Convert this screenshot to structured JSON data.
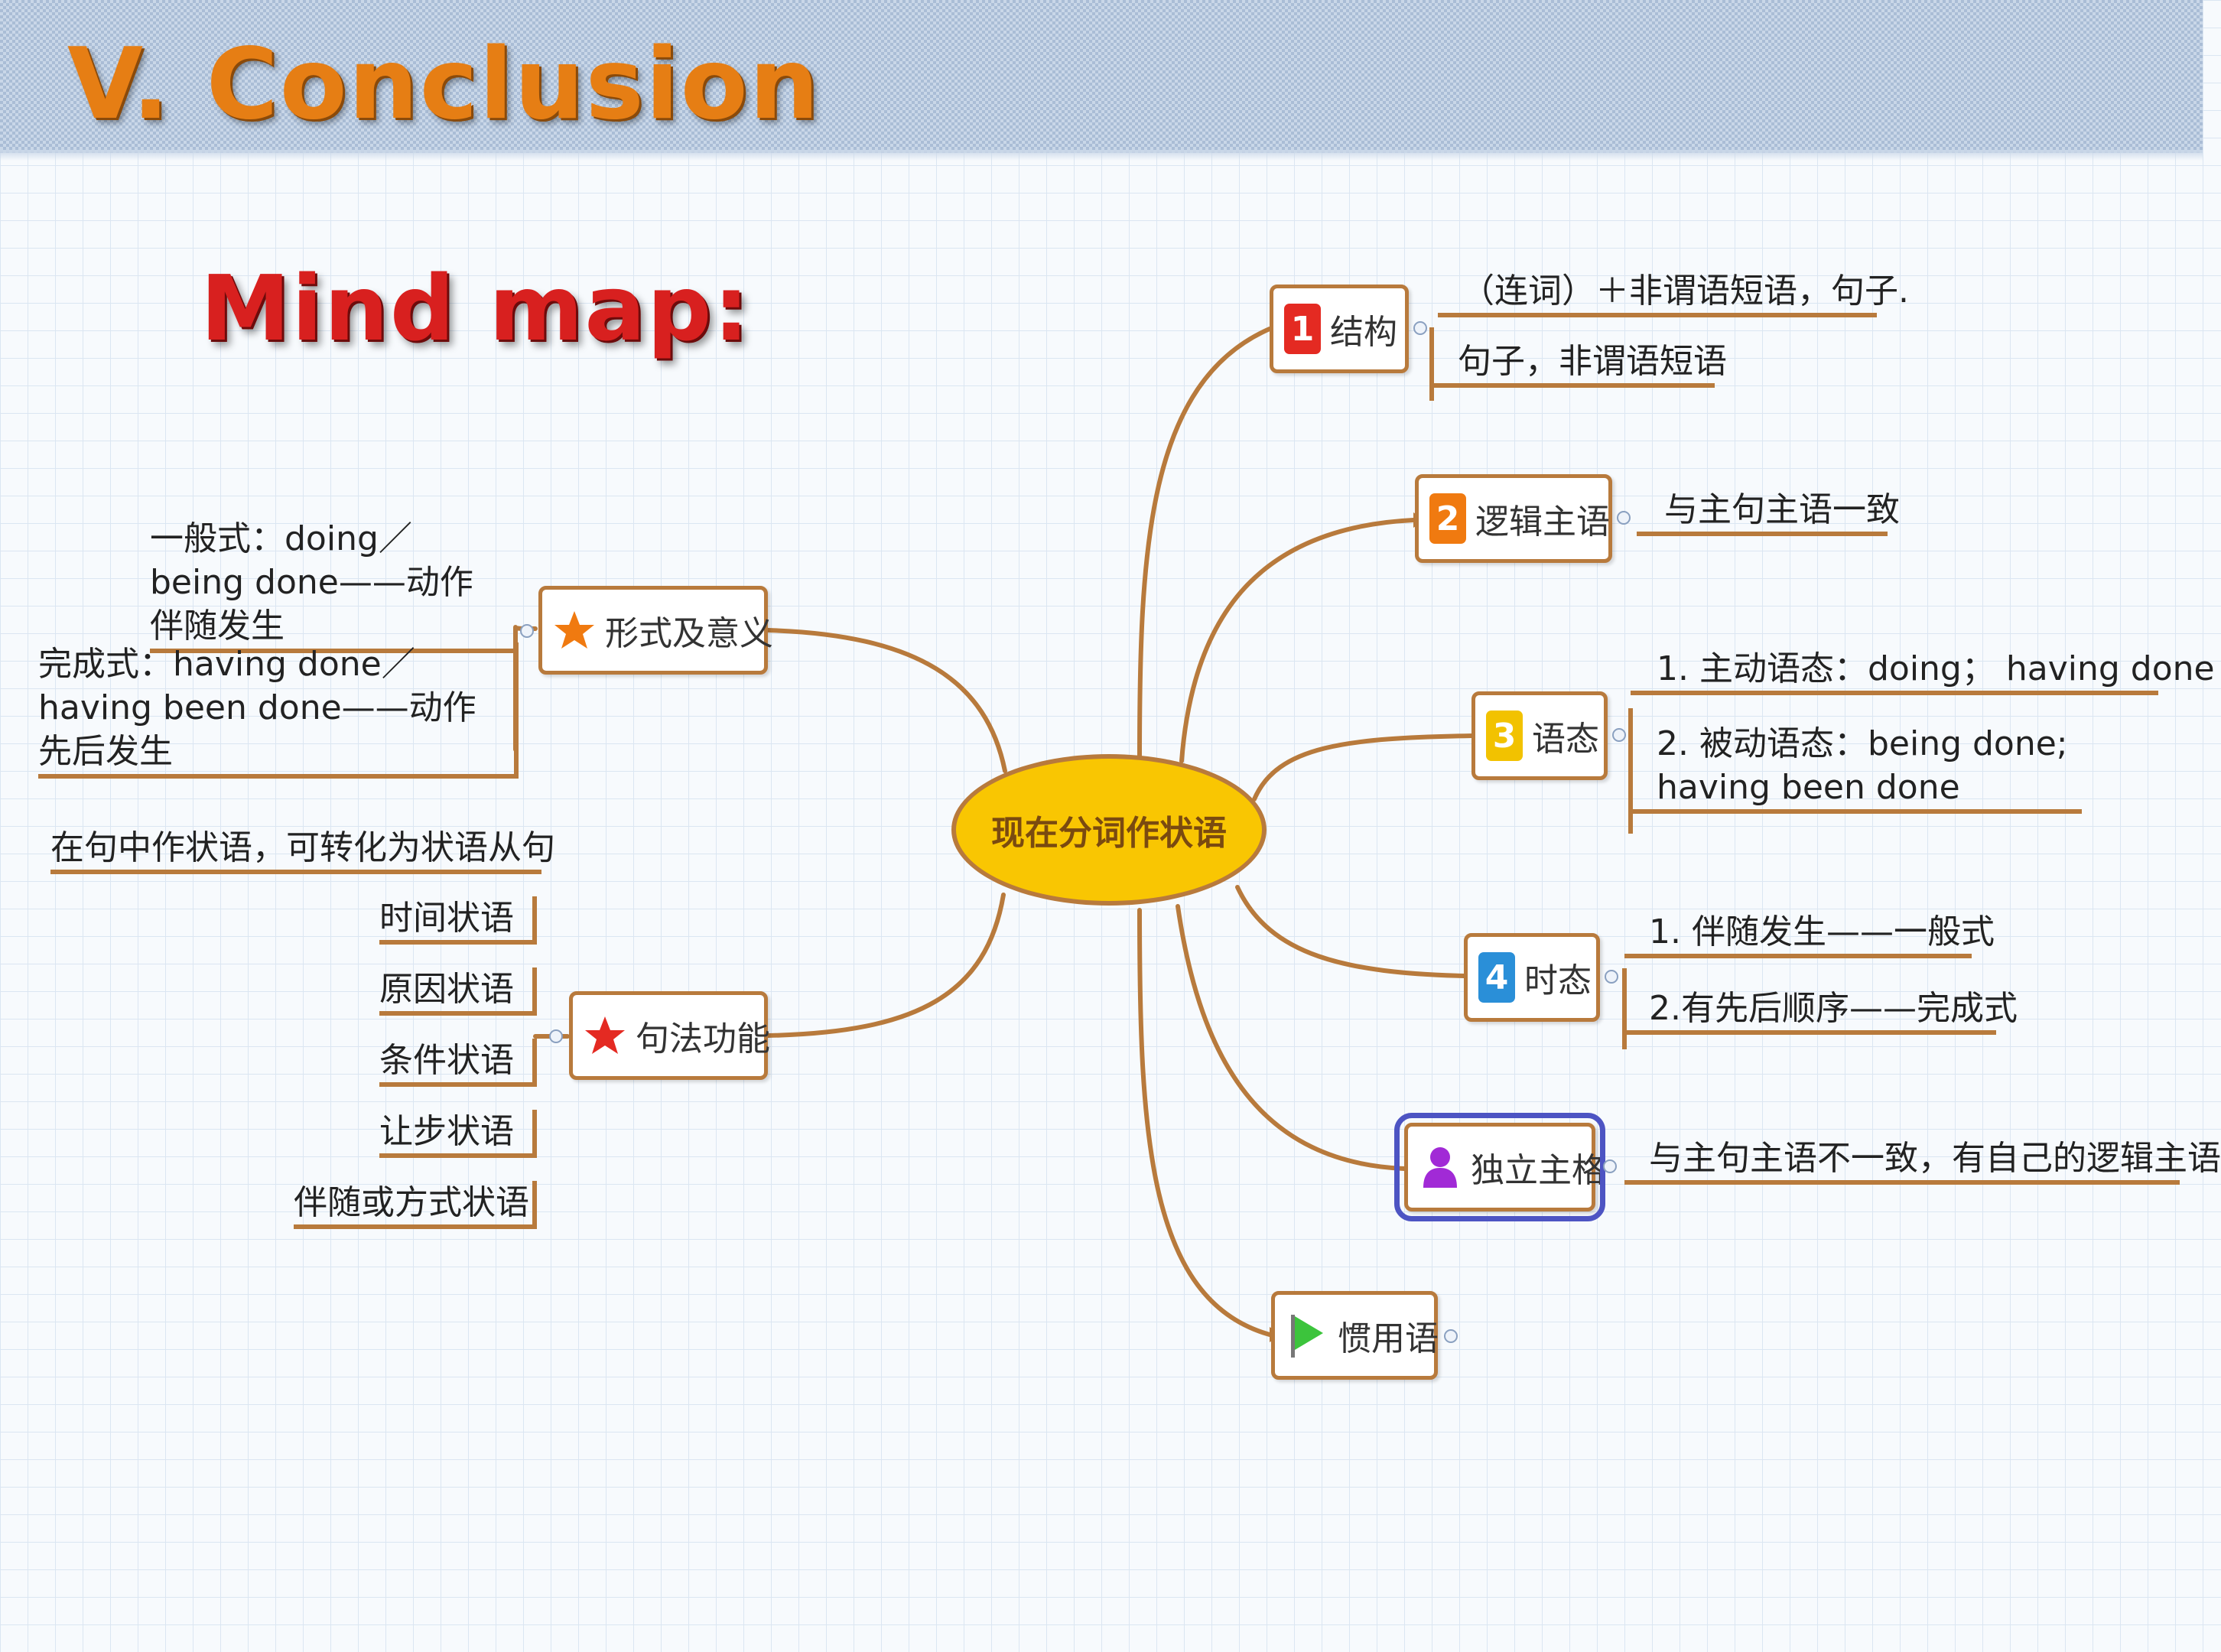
{
  "slide": {
    "title": "V. Conclusion",
    "subtitle": "Mind map:"
  },
  "center": {
    "label": "现在分词作状语"
  },
  "colors": {
    "branch": "#b87a3c",
    "center_fill": "#f9c602",
    "badge_red": "#e42a22",
    "badge_orange": "#f07a10",
    "badge_yellow": "#f2c200",
    "badge_blue": "#2a8fd8",
    "highlight": "#4d54c3"
  },
  "right_branches": [
    {
      "id": "structure",
      "badge": "1",
      "label": "结构",
      "leaves": [
        "（连词）＋非谓语短语，句子.",
        "句子，非谓语短语"
      ]
    },
    {
      "id": "logical-subject",
      "badge": "2",
      "label": "逻辑主语",
      "leaves": [
        "与主句主语一致"
      ]
    },
    {
      "id": "voice",
      "badge": "3",
      "label": "语态",
      "leaves": [
        "1. 主动语态：doing；  having done",
        "2. 被动语态：being done; having been done"
      ]
    },
    {
      "id": "tense",
      "badge": "4",
      "label": "时态",
      "leaves": [
        "1. 伴随发生——一般式",
        "2.有先后顺序——完成式"
      ]
    },
    {
      "id": "absolute",
      "icon": "person-icon",
      "label": "独立主格",
      "leaves": [
        "与主句主语不一致，有自己的逻辑主语"
      ]
    },
    {
      "id": "idioms",
      "icon": "flag-icon",
      "label": "惯用语",
      "leaves": []
    }
  ],
  "left_branches": [
    {
      "id": "form-meaning",
      "icon": "star-orange-icon",
      "label": "形式及意义",
      "leaves": [
        "一般式：doing／ being done——动作伴随发生",
        "完成式：having done／having been done——动作先后发生"
      ]
    },
    {
      "id": "syntax-function",
      "icon": "star-red-icon",
      "label": "句法功能",
      "leaves": [
        "在句中作状语，可转化为状语从句",
        "时间状语",
        "原因状语",
        "条件状语",
        "让步状语",
        "伴随或方式状语"
      ]
    }
  ]
}
